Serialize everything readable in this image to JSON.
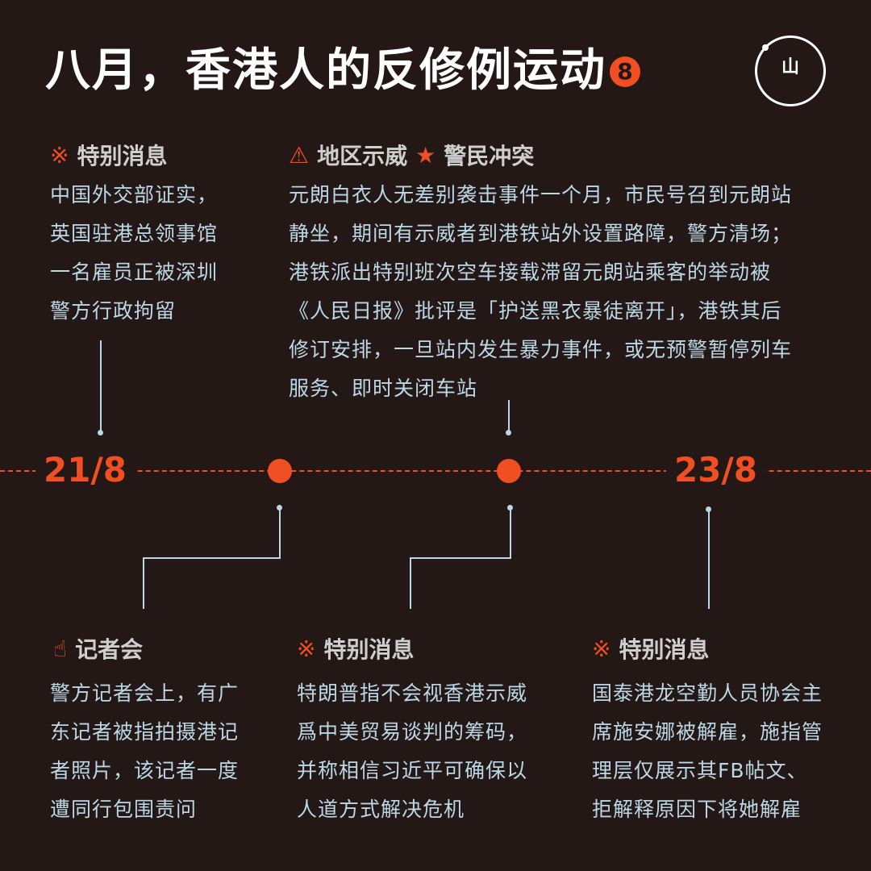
{
  "title": "八月，香港人的反修例运动",
  "title_number": "8",
  "logo_text": "山",
  "accent_color": "#f04e23",
  "text_color": "#bcd7e6",
  "dates": [
    "21/8",
    "23/8"
  ],
  "events": {
    "top_left": {
      "icon": "reference-mark-icon",
      "icon_glyph": "※",
      "heading": "特别消息",
      "lines": [
        "中国外交部证实，",
        "英国驻港总领事馆",
        "一名雇员正被深圳",
        "警方行政拘留"
      ]
    },
    "top_right": {
      "icon": "warning-icon",
      "icon_glyph": "⚠",
      "heading": "地区示威",
      "icon2": "star-icon",
      "icon2_glyph": "★",
      "heading2": "警民冲突",
      "lines": [
        "元朗白衣人无差别袭击事件一个月，市民号召到元朗站",
        "静坐，期间有示威者到港铁站外设置路障，警方清场；",
        "港铁派出特别班次空车接载滞留元朗站乘客的举动被",
        "《人民日报》批评是「护送黑衣暴徒离开」，港铁其后",
        "修订安排，一旦站内发生暴力事件，或无预警暂停列车",
        "服务、即时关闭车站"
      ]
    },
    "bottom_left": {
      "icon": "pointing-hand-icon",
      "icon_glyph": "☝",
      "heading": "记者会",
      "lines": [
        "警方记者会上，有广",
        "东记者被指拍摄港记",
        "者照片，该记者一度",
        "遭同行包围责问"
      ]
    },
    "bottom_middle": {
      "icon": "reference-mark-icon",
      "icon_glyph": "※",
      "heading": "特别消息",
      "lines": [
        "特朗普指不会视香港示威",
        "爲中美贸易谈判的筹码，",
        "并称相信习近平可确保以",
        "人道方式解决危机"
      ]
    },
    "bottom_right": {
      "icon": "reference-mark-icon",
      "icon_glyph": "※",
      "heading": "特别消息",
      "lines": [
        "国泰港龙空勤人员协会主",
        "席施安娜被解雇，施指管",
        "理层仅展示其FB帖文、",
        "拒解释原因下将她解雇"
      ]
    }
  }
}
